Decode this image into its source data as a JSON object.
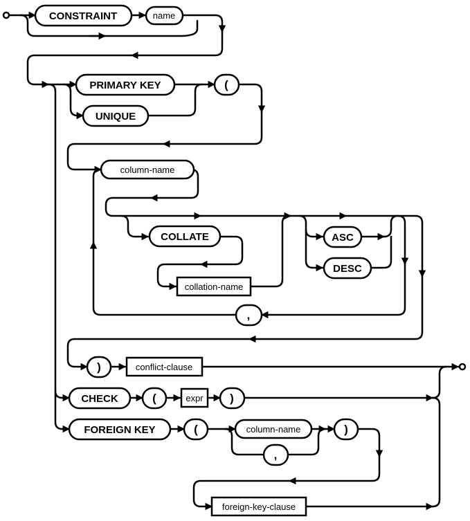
{
  "diagram": {
    "keywords": {
      "constraint": "CONSTRAINT",
      "primary_key": "PRIMARY KEY",
      "unique": "UNIQUE",
      "collate": "COLLATE",
      "asc": "ASC",
      "desc": "DESC",
      "check": "CHECK",
      "foreign_key": "FOREIGN KEY"
    },
    "nonterminals": {
      "name": "name",
      "column_name": "column-name",
      "collation_name": "collation-name",
      "conflict_clause": "conflict-clause",
      "expr": "expr",
      "column_name_2": "column-name",
      "foreign_key_clause": "foreign-key-clause"
    },
    "punctuation": {
      "open_paren": "(",
      "close_paren": ")",
      "comma": ","
    }
  }
}
